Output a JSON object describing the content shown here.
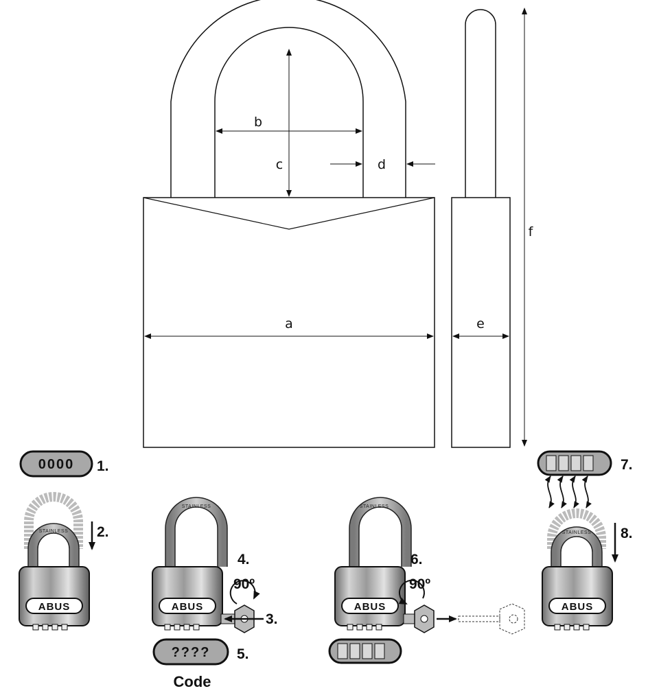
{
  "dimensions": {
    "a": "a",
    "b": "b",
    "c": "c",
    "d": "d",
    "e": "e",
    "f": "f"
  },
  "steps": {
    "s1": "1.",
    "s2": "2.",
    "s3": "3.",
    "s4": "4.",
    "s5": "5.",
    "s6": "6.",
    "s7": "7.",
    "s8": "8."
  },
  "dials": {
    "reset_code": "0000",
    "unknown_code": "????"
  },
  "rotation": {
    "turn_1": "90º",
    "turn_2": "90º"
  },
  "code_label": "Code",
  "brand": "ABUS",
  "shackle_text": "STAINLESS"
}
